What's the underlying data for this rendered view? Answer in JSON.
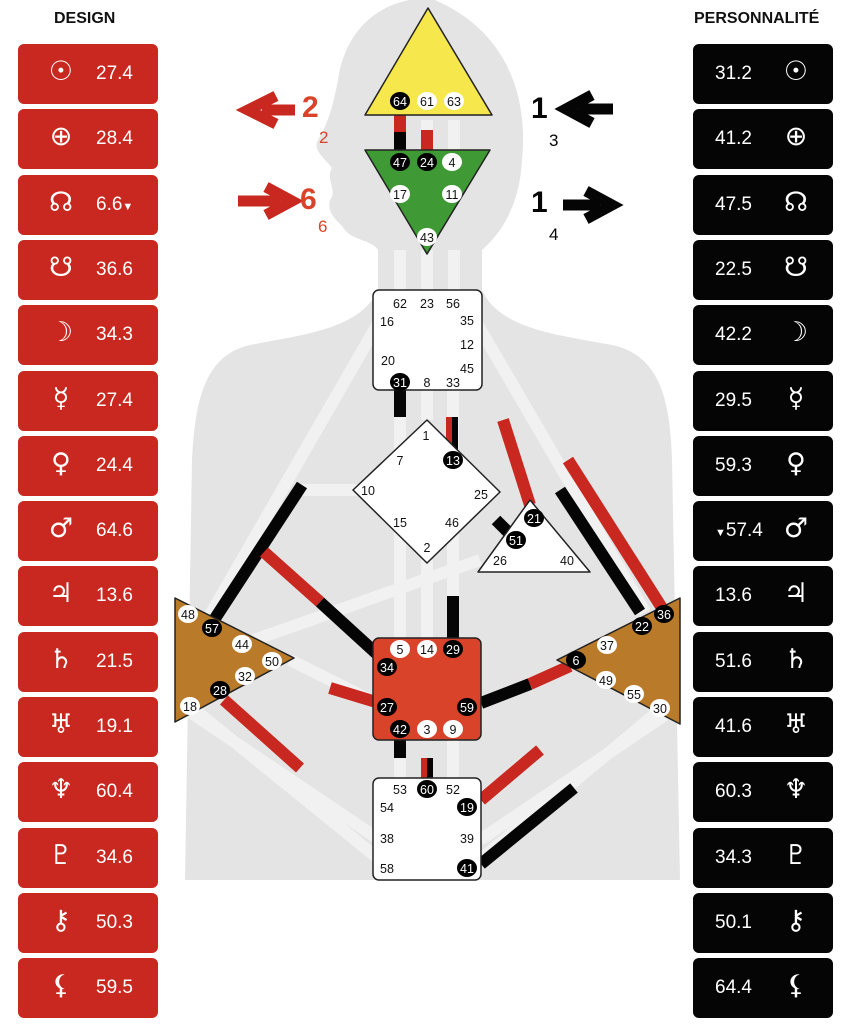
{
  "design": {
    "title": "DESIGN",
    "rows": [
      {
        "planet": "sun-icon",
        "symbol": "☉",
        "value": "27.4",
        "mark": ""
      },
      {
        "planet": "earth-icon",
        "symbol": "⊕",
        "value": "28.4",
        "mark": ""
      },
      {
        "planet": "north-node-icon",
        "symbol": "☊",
        "value": "6.6",
        "mark": "▼"
      },
      {
        "planet": "south-node-icon",
        "symbol": "☋",
        "value": "36.6",
        "mark": ""
      },
      {
        "planet": "moon-icon",
        "symbol": "☽",
        "value": "34.3",
        "mark": ""
      },
      {
        "planet": "mercury-icon",
        "symbol": "☿",
        "value": "27.4",
        "mark": ""
      },
      {
        "planet": "venus-icon",
        "symbol": "♀",
        "value": "24.4",
        "mark": ""
      },
      {
        "planet": "mars-icon",
        "symbol": "♂",
        "value": "64.6",
        "mark": ""
      },
      {
        "planet": "jupiter-icon",
        "symbol": "♃",
        "value": "13.6",
        "mark": ""
      },
      {
        "planet": "saturn-icon",
        "symbol": "♄",
        "value": "21.5",
        "mark": ""
      },
      {
        "planet": "uranus-icon",
        "symbol": "♅",
        "value": "19.1",
        "mark": ""
      },
      {
        "planet": "neptune-icon",
        "symbol": "♆",
        "value": "60.4",
        "mark": ""
      },
      {
        "planet": "pluto-icon",
        "symbol": "♇",
        "value": "34.6",
        "mark": ""
      },
      {
        "planet": "chiron-icon",
        "symbol": "⚷",
        "value": "50.3",
        "mark": ""
      },
      {
        "planet": "lilith-icon",
        "symbol": "⚸",
        "value": "59.5",
        "mark": ""
      }
    ]
  },
  "personality": {
    "title": "PERSONNALITÉ",
    "rows": [
      {
        "planet": "sun-icon",
        "symbol": "☉",
        "value": "31.2",
        "mark": ""
      },
      {
        "planet": "earth-icon",
        "symbol": "⊕",
        "value": "41.2",
        "mark": ""
      },
      {
        "planet": "north-node-icon",
        "symbol": "☊",
        "value": "47.5",
        "mark": ""
      },
      {
        "planet": "south-node-icon",
        "symbol": "☋",
        "value": "22.5",
        "mark": ""
      },
      {
        "planet": "moon-icon",
        "symbol": "☽",
        "value": "42.2",
        "mark": ""
      },
      {
        "planet": "mercury-icon",
        "symbol": "☿",
        "value": "29.5",
        "mark": ""
      },
      {
        "planet": "venus-icon",
        "symbol": "♀",
        "value": "59.3",
        "mark": ""
      },
      {
        "planet": "mars-icon",
        "symbol": "♂",
        "value": "57.4",
        "mark": "▼"
      },
      {
        "planet": "jupiter-icon",
        "symbol": "♃",
        "value": "13.6",
        "mark": ""
      },
      {
        "planet": "saturn-icon",
        "symbol": "♄",
        "value": "51.6",
        "mark": ""
      },
      {
        "planet": "uranus-icon",
        "symbol": "♅",
        "value": "41.6",
        "mark": ""
      },
      {
        "planet": "neptune-icon",
        "symbol": "♆",
        "value": "60.3",
        "mark": ""
      },
      {
        "planet": "pluto-icon",
        "symbol": "♇",
        "value": "34.3",
        "mark": ""
      },
      {
        "planet": "chiron-icon",
        "symbol": "⚷",
        "value": "50.1",
        "mark": ""
      },
      {
        "planet": "lilith-icon",
        "symbol": "⚸",
        "value": "64.4",
        "mark": ""
      }
    ]
  },
  "variables": {
    "design_top": {
      "direction": "left",
      "big": "2",
      "small": "2"
    },
    "design_bottom": {
      "direction": "right",
      "big": "6",
      "small": "6"
    },
    "personality_top": {
      "direction": "left",
      "big": "1",
      "small": "3"
    },
    "personality_bottom": {
      "direction": "right",
      "big": "1",
      "small": "4"
    }
  },
  "colors": {
    "design": "#c8281f",
    "personality": "#050505",
    "head": "#f6e84c",
    "ajna": "#3f9a35",
    "sacral": "#d9432a",
    "spleen": "#b97a2a",
    "solar_plexus": "#b97a2a",
    "body": "#e4e4e4",
    "channel": "#f2f2f2"
  },
  "centers": [
    {
      "name": "head",
      "defined": true,
      "gates": [
        {
          "n": "64",
          "state": "black"
        },
        {
          "n": "61",
          "state": "white"
        },
        {
          "n": "63",
          "state": "white"
        }
      ]
    },
    {
      "name": "ajna",
      "defined": true,
      "gates": [
        {
          "n": "47",
          "state": "black"
        },
        {
          "n": "24",
          "state": "black"
        },
        {
          "n": "4",
          "state": "white"
        },
        {
          "n": "17",
          "state": "white"
        },
        {
          "n": "11",
          "state": "white"
        },
        {
          "n": "43",
          "state": "white"
        }
      ]
    },
    {
      "name": "throat",
      "defined": false,
      "gates": [
        {
          "n": "62",
          "state": "none"
        },
        {
          "n": "23",
          "state": "none"
        },
        {
          "n": "56",
          "state": "none"
        },
        {
          "n": "16",
          "state": "none"
        },
        {
          "n": "35",
          "state": "none"
        },
        {
          "n": "12",
          "state": "none"
        },
        {
          "n": "20",
          "state": "none"
        },
        {
          "n": "45",
          "state": "none"
        },
        {
          "n": "31",
          "state": "black"
        },
        {
          "n": "8",
          "state": "none"
        },
        {
          "n": "33",
          "state": "none"
        }
      ]
    },
    {
      "name": "g",
      "defined": false,
      "gates": [
        {
          "n": "1",
          "state": "none"
        },
        {
          "n": "7",
          "state": "none"
        },
        {
          "n": "13",
          "state": "black"
        },
        {
          "n": "10",
          "state": "none"
        },
        {
          "n": "25",
          "state": "none"
        },
        {
          "n": "15",
          "state": "none"
        },
        {
          "n": "46",
          "state": "none"
        },
        {
          "n": "2",
          "state": "none"
        }
      ]
    },
    {
      "name": "ego",
      "defined": false,
      "gates": [
        {
          "n": "21",
          "state": "black"
        },
        {
          "n": "51",
          "state": "black"
        },
        {
          "n": "26",
          "state": "none"
        },
        {
          "n": "40",
          "state": "none"
        }
      ]
    },
    {
      "name": "sacral",
      "defined": true,
      "gates": [
        {
          "n": "5",
          "state": "white"
        },
        {
          "n": "14",
          "state": "white"
        },
        {
          "n": "29",
          "state": "black"
        },
        {
          "n": "34",
          "state": "black"
        },
        {
          "n": "27",
          "state": "black"
        },
        {
          "n": "59",
          "state": "black"
        },
        {
          "n": "42",
          "state": "black"
        },
        {
          "n": "3",
          "state": "white"
        },
        {
          "n": "9",
          "state": "white"
        }
      ]
    },
    {
      "name": "root",
      "defined": false,
      "gates": [
        {
          "n": "53",
          "state": "none"
        },
        {
          "n": "60",
          "state": "black"
        },
        {
          "n": "52",
          "state": "none"
        },
        {
          "n": "54",
          "state": "none"
        },
        {
          "n": "19",
          "state": "black"
        },
        {
          "n": "38",
          "state": "none"
        },
        {
          "n": "39",
          "state": "none"
        },
        {
          "n": "58",
          "state": "none"
        },
        {
          "n": "41",
          "state": "black"
        }
      ]
    },
    {
      "name": "spleen",
      "defined": true,
      "gates": [
        {
          "n": "48",
          "state": "white"
        },
        {
          "n": "57",
          "state": "black"
        },
        {
          "n": "44",
          "state": "white"
        },
        {
          "n": "50",
          "state": "white"
        },
        {
          "n": "32",
          "state": "white"
        },
        {
          "n": "28",
          "state": "black"
        },
        {
          "n": "18",
          "state": "white"
        }
      ]
    },
    {
      "name": "solar-plexus",
      "defined": true,
      "gates": [
        {
          "n": "36",
          "state": "black"
        },
        {
          "n": "22",
          "state": "black"
        },
        {
          "n": "37",
          "state": "white"
        },
        {
          "n": "6",
          "state": "black"
        },
        {
          "n": "49",
          "state": "white"
        },
        {
          "n": "55",
          "state": "white"
        },
        {
          "n": "30",
          "state": "white"
        }
      ]
    }
  ],
  "activations": [
    {
      "gate": "64",
      "colors": [
        "design",
        "personality"
      ]
    },
    {
      "gate": "24",
      "colors": [
        "design"
      ]
    },
    {
      "gate": "31",
      "colors": [
        "personality"
      ]
    },
    {
      "gate": "13",
      "colors": [
        "design",
        "personality"
      ]
    },
    {
      "gate": "21",
      "colors": [
        "design"
      ]
    },
    {
      "gate": "22",
      "colors": [
        "personality"
      ]
    },
    {
      "gate": "36",
      "colors": [
        "design"
      ]
    },
    {
      "gate": "51",
      "colors": [
        "personality"
      ]
    },
    {
      "gate": "57",
      "colors": [
        "personality"
      ]
    },
    {
      "gate": "34",
      "colors": [
        "design",
        "personality"
      ]
    },
    {
      "gate": "27",
      "colors": [
        "design"
      ]
    },
    {
      "gate": "28",
      "colors": [
        "design"
      ]
    },
    {
      "gate": "29",
      "colors": [
        "personality"
      ]
    },
    {
      "gate": "59",
      "colors": [
        "personality",
        "design"
      ]
    },
    {
      "gate": "42",
      "colors": [
        "personality"
      ]
    },
    {
      "gate": "60",
      "colors": [
        "design",
        "personality"
      ]
    },
    {
      "gate": "19",
      "colors": [
        "design"
      ]
    },
    {
      "gate": "41",
      "colors": [
        "personality"
      ]
    }
  ]
}
